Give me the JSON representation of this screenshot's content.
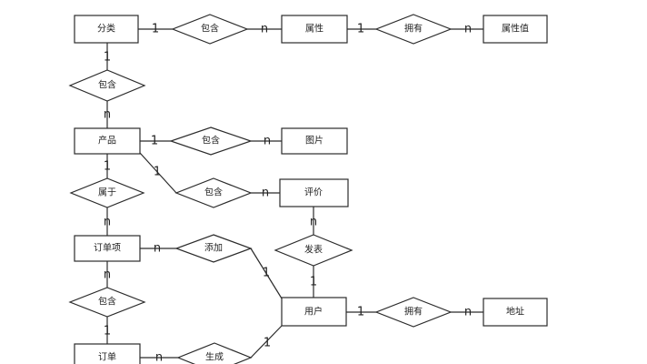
{
  "entities": {
    "category": "分类",
    "attribute": "属性",
    "attribute_value": "属性值",
    "product": "产品",
    "image": "图片",
    "review": "评价",
    "order_item": "订单项",
    "user": "用户",
    "address": "地址",
    "order": "订单"
  },
  "relationships": {
    "cat_attr": "包含",
    "attr_value": "拥有",
    "cat_product": "包含",
    "product_image": "包含",
    "product_review": "包含",
    "product_orderitem": "属于",
    "orderitem_user": "添加",
    "user_review": "发表",
    "user_address": "拥有",
    "orderitem_order": "包含",
    "order_user": "生成"
  },
  "cardinality": {
    "cat_attr_left": "1",
    "cat_attr_right": "n",
    "attr_value_left": "1",
    "attr_value_right": "n",
    "cat_product_top": "1",
    "cat_product_bottom": "n",
    "product_image_left": "1",
    "product_image_right": "n",
    "product_review_left": "1",
    "product_review_right": "n",
    "product_orderitem_top": "1",
    "product_orderitem_bottom": "n",
    "orderitem_user_left": "n",
    "orderitem_user_right": "1",
    "user_review_top": "n",
    "user_review_bottom": "1",
    "user_address_left": "1",
    "user_address_right": "n",
    "orderitem_order_top": "n",
    "orderitem_order_bottom": "1",
    "order_user_left": "n",
    "order_user_right": "1"
  }
}
